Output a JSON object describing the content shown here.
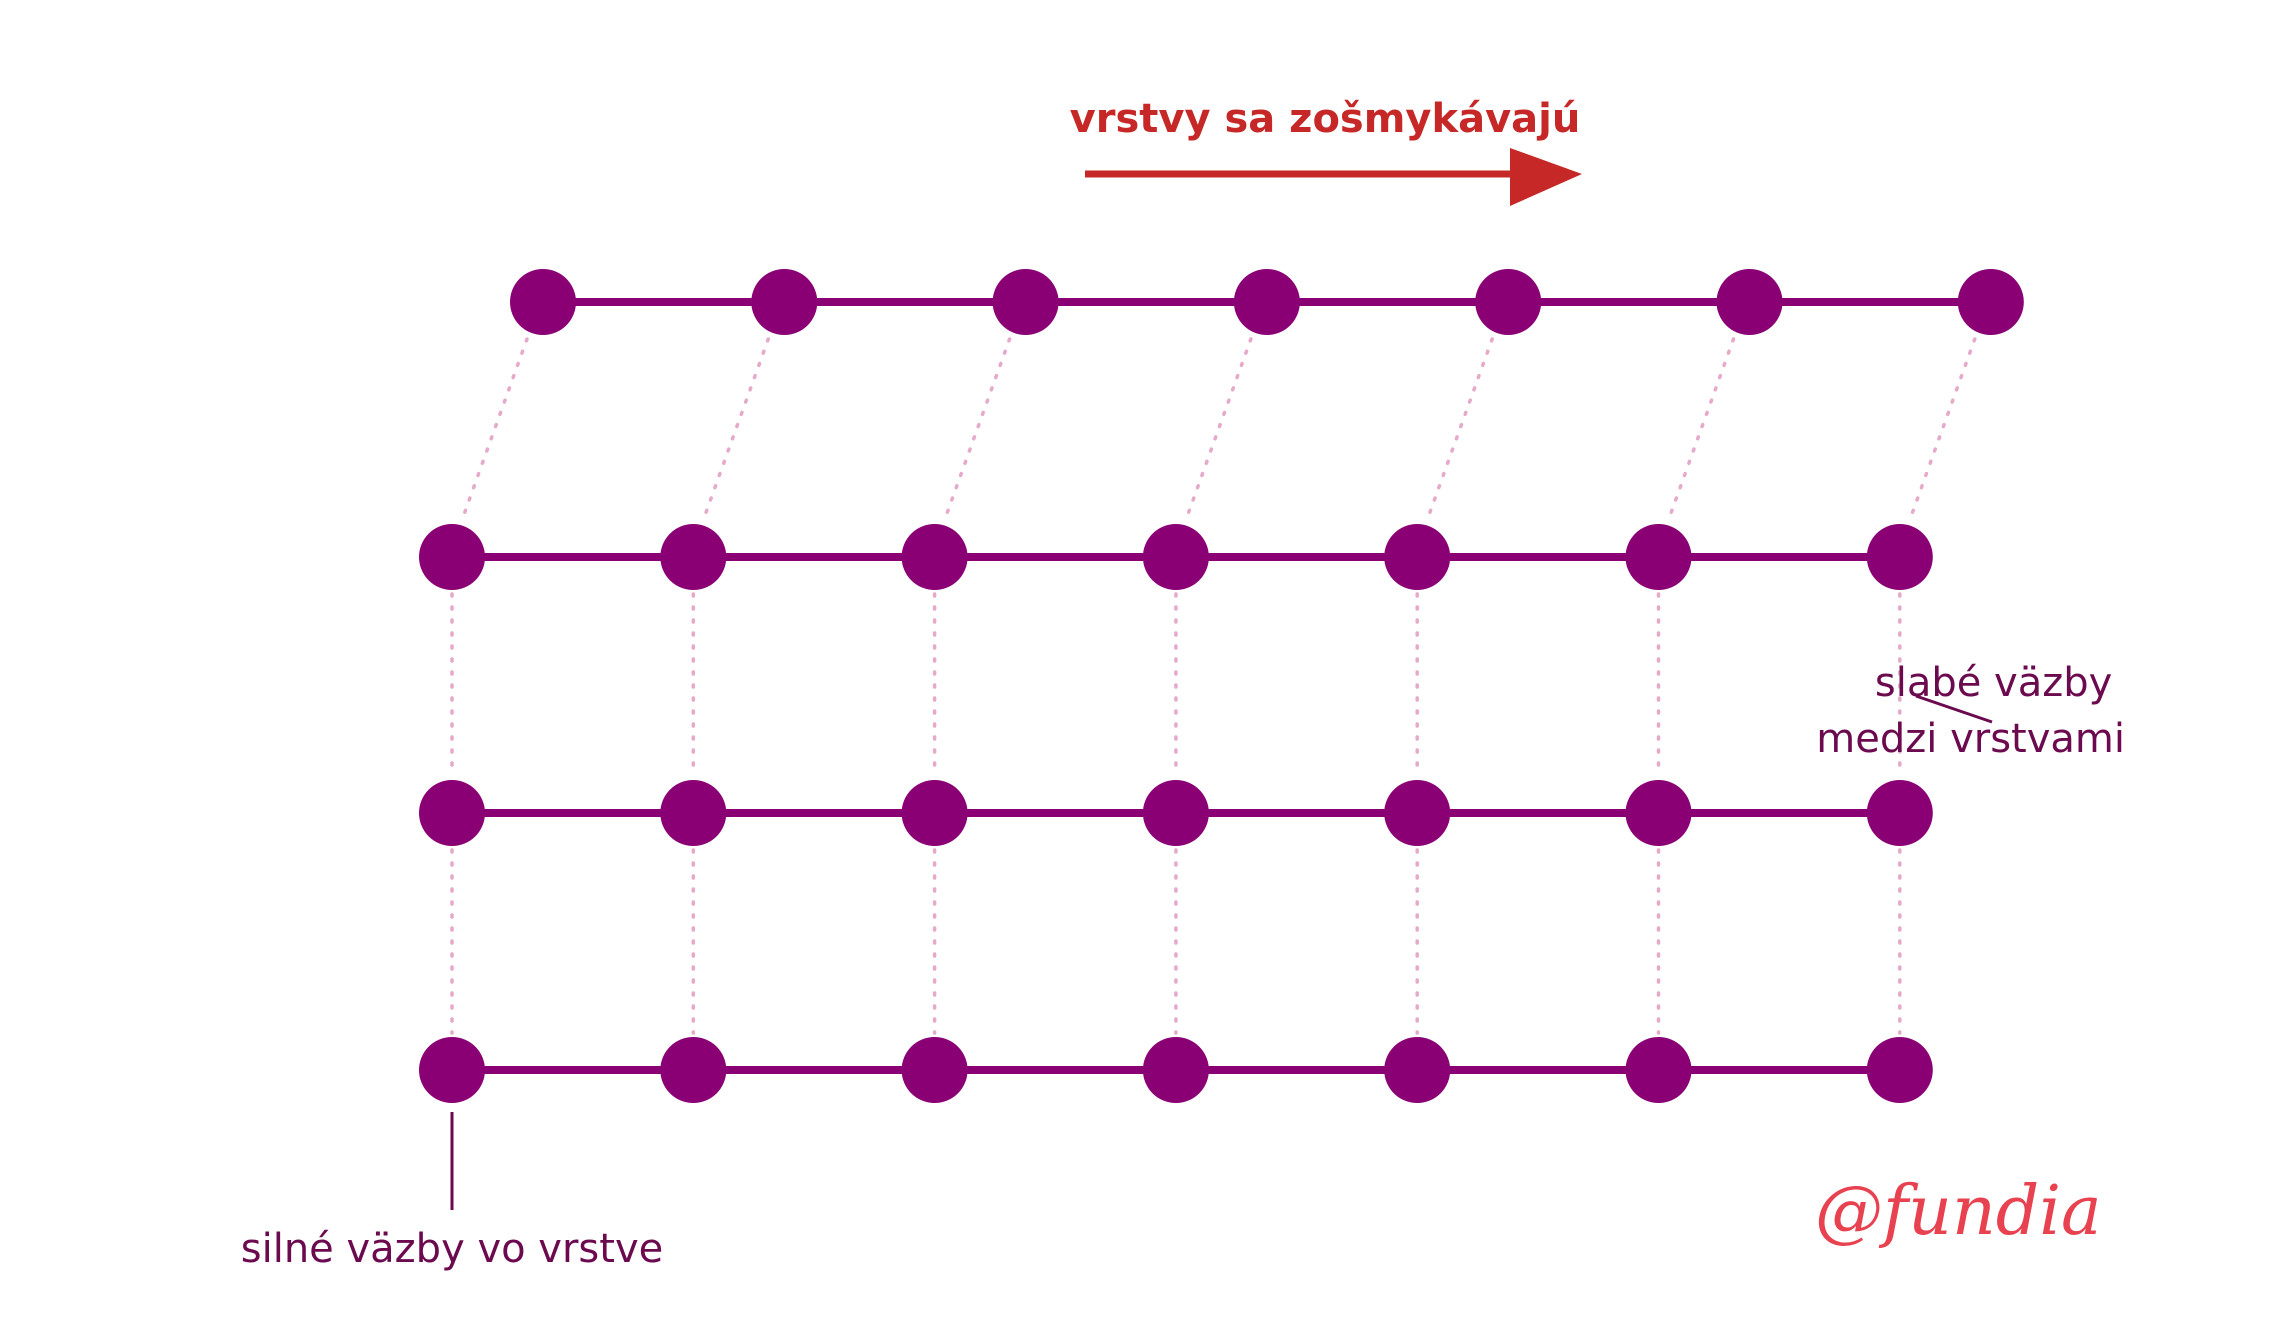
{
  "title": "vrstvy sa zošmykávajú",
  "label_weak": [
    "slabé väzby",
    "medzi vrstvami"
  ],
  "label_strong": "silné väzby vo vrstve",
  "signature": "@fundia",
  "colors": {
    "atom": "#8a0074",
    "bond": "#8a0074",
    "weak_bond": "#e6a9c9",
    "arrow": "#c62828",
    "title_text": "#c62828",
    "label_text": "#6b0a4e",
    "signature": "#e8414f"
  },
  "structure": {
    "layers": 4,
    "atoms_per_layer": 7,
    "top_layer_shifted": true,
    "shift_direction": "right"
  }
}
